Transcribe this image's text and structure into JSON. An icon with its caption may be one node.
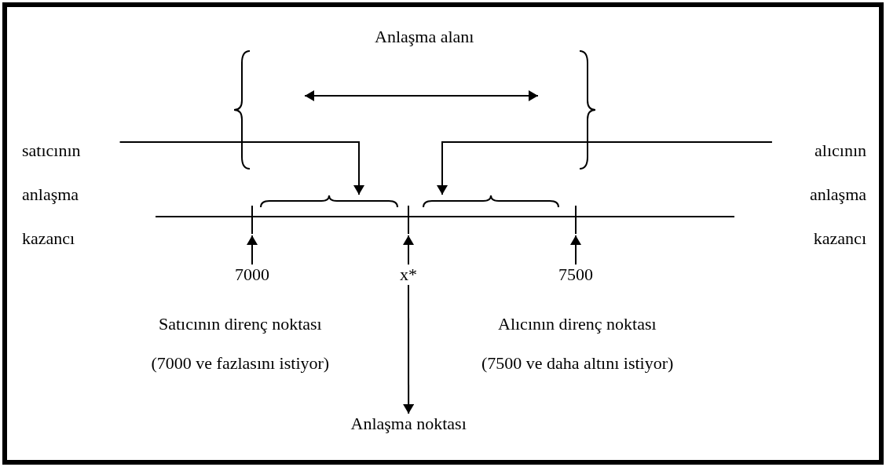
{
  "diagram": {
    "nodes": [
      {
        "text": [
          "satıcının anlaşma kazancı"
        ]
      },
      {
        "text": [
          "alıcının anlaşma kazancı"
        ]
      },
      {
        "text": [],
        "shape": "brace"
      },
      {
        "text": [],
        "shape": "brace"
      },
      {
        "text": [
          "7000"
        ]
      },
      {
        "text": [
          "x*"
        ]
      },
      {
        "text": [
          "7500"
        ]
      },
      {
        "text": [
          "Anlaşma noktası"
        ]
      }
    ],
    "edges": [
      {
        "from": 0,
        "to": 2,
        "arrow": "to"
      },
      {
        "from": 1,
        "to": 3,
        "arrow": "to"
      },
      {
        "from": 4,
        "to": null,
        "arrow": "to"
      },
      {
        "from": 5,
        "to": null,
        "arrow": "to"
      },
      {
        "from": 6,
        "to": null,
        "arrow": "to"
      },
      {
        "from": 5,
        "to": 7,
        "arrow": "to"
      }
    ],
    "labels": [
      "Anlaşma alanı",
      "Satıcının direnç noktası",
      "(7000 ve fazlasını istiyor)",
      "Alıcının direnç noktası",
      "(7500 ve daha altını istiyor)"
    ]
  }
}
